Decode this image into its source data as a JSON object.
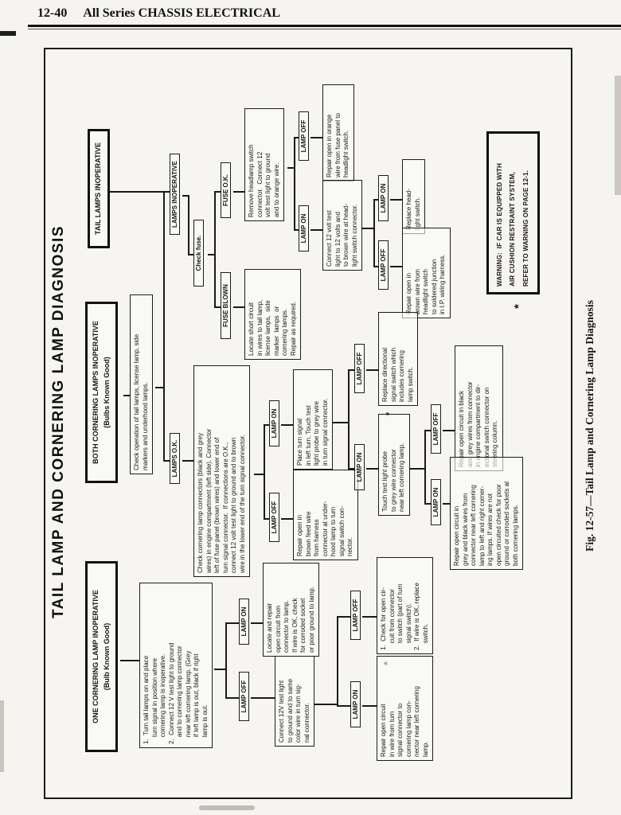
{
  "page": {
    "header_number": "12-40",
    "header_title": "All Series CHASSIS ELECTRICAL",
    "figure_caption": "Fig. 12-57—Tail Lamp and Cornering Lamp Diagnosis"
  },
  "chart_title": "TAIL LAMP AND CORNERING LAMP DIAGNOSIS",
  "labels": {
    "lamp_on": "LAMP ON",
    "lamp_off": "LAMP OFF",
    "asterisk": "*"
  },
  "nodes": {
    "h_one": "ONE CORNERING LAMP INOPERATIVE\n(Bulb Known Good)",
    "h_both": "BOTH CORNERING LAMPS INOPERATIVE\n(Bulbs Known Good)",
    "h_tail": "TAIL LAMPS INOPERATIVE",
    "b1": "Check operation of tail lamps, license lamp, side\nmarkers and underhood lamps.",
    "lamps_ok": "LAMPS O.K.",
    "lamps_inop": "LAMPS INOPERATIVE",
    "check_fuse": "Check fuse.",
    "fuse_ok": "FUSE O.K.",
    "fuse_blown": "FUSE BLOWN",
    "c_remove": "Remove headlamp switch\nconnector.  Connect 12\nvolt test light to ground\nand to orange wire.",
    "c_locate": "Locate short circuit\nin wires to tail lamp,\nlicense lamps,  side\nmarker  lamps  or\ncornering lamps.\nRepair as required.",
    "c_orange": "Repair open in orange\nwire from fuse panel to\nheadlight switch.",
    "c_conn12": "Connect 12 volt test\nlight to 12 volts and\nto brown wire at head-\nlight switch connector.",
    "c_replace": "Replace head-\nlight switch.",
    "c_brown": "Repair open in\nbrown wire from\nheadlight switch\nto soldered junction\nin I.P. wiring harness.",
    "warning": "WARNING:  IF CAR IS EQUIPPED WITH\nAIR CUSHION RESTRAINT SYSTEM,\nREFER TO WARNING ON PAGE 12-1.",
    "b2": "Check cornering lamp connectors (black and grey\nwires) in engine compartment (left side). Connector\nleft of fuse panel (brown wires) and lower end of\nturn signal connector.  If connections are O.K.,\nconnect 12 volt test light to ground and to brown\nwire in the lower end of the turn signal connector.",
    "b3": "Repair open in\nbrown feed wire\nfrom harness\nconnector at under-\nhood lamp to turn\nsignal switch con-\nnector.",
    "b4": "Place turn signal\nin left turn. Touch test\nlight probe to grey wire\nin turn signal connector.",
    "b5": "Replace directional\nsignal switch which\nincludes cornering\nlamp switch.",
    "b6": "Touch test light probe\nto grey wire connector\nnear left cornering lamp.",
    "b7": "Repair open circuit in black\nand grey wires from connector\nin engine compartment to dir-\nectional switch connector on\nsteering column.",
    "b8": "Repair open circuit in\ngrey and black wires from\nconnector near left cornering\nlamp to left and right corner-\ning lamps. If wires are not\nopen circuited check for poor\nground or corroded sockets at\nboth cornering lamps.",
    "a1": "1.  Turn tail lamps on and place\n    turn signal in position where\n    cornering lamp is inoperative.\n2.  Connect 12 V test light to ground\n    and to cornering lamp connector\n    near left cornering lamp. (Grey\n    if left lamp is out, black if right\n    lamp is out.",
    "a2": "Locate and repair\nopen circuit from\nconnector to lamp.\nIf wire is OK, check\nfor corroded socket\nor poor ground to lamp.",
    "a3": "Connect 12V test light\nto ground and to same\ncolor wire in turn sig-\nnal connector.",
    "a4": "1.  Check for open cir-\n    cuit from connector\n    to switch (part of turn\n    signal switch).\n2.  If wire is OK, replace\n    switch.",
    "a5": "Repair open circuit\nin wire from turn\nsignal connector to\ncornering lamp con-\nnector near left cornering\nlamp."
  }
}
